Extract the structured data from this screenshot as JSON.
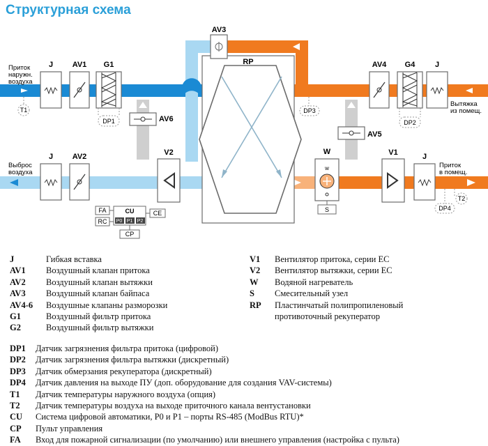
{
  "title": "Структурная схема",
  "diagram": {
    "labels": {
      "j1": "J",
      "av1": "AV1",
      "g1": "G1",
      "av3": "AV3",
      "rp": "RP",
      "av4": "AV4",
      "g4": "G4",
      "j2": "J",
      "av6": "AV6",
      "av5": "AV5",
      "j3": "J",
      "av2": "AV2",
      "v2": "V2",
      "w": "W",
      "v1": "V1",
      "j4": "J",
      "dp1": "DP1",
      "dp2": "DP2",
      "dp3": "DP3",
      "dp4": "DP4",
      "t1": "T1",
      "t2": "T2",
      "s": "S",
      "fa": "FA",
      "rc": "RC",
      "cu": "CU",
      "ce": "CE",
      "cp": "CP",
      "p0": "P0",
      "p1": "P1",
      "p2": "P2",
      "w_small": "w"
    },
    "side_labels": {
      "intake_line1": "Приток",
      "intake_line2": "наружн.",
      "intake_line3": "воздуха",
      "exhaust_line1": "Выброс",
      "exhaust_line2": "воздуха",
      "extract_line1": "Вытяжка",
      "extract_line2": "из помещ.",
      "supply_line1": "Приток",
      "supply_line2": "в помещ."
    },
    "colors": {
      "supply_dark": "#1a8ad4",
      "supply_light": "#a9d8f2",
      "extract_dark": "#f07a1f",
      "extract_light": "#f8b27a",
      "bypass_gray": "#cfcfcf",
      "frame_gray": "#6b6b6b"
    }
  },
  "legend_left": [
    {
      "code": "J",
      "text": "Гибкая вставка"
    },
    {
      "code": "AV1",
      "text": "Воздушный клапан притока"
    },
    {
      "code": "AV2",
      "text": "Воздушный клапан вытяжки"
    },
    {
      "code": "AV3",
      "text": "Воздушный клапан байпаса"
    },
    {
      "code": "AV4-6",
      "text": "Воздушные клапаны разморозки"
    },
    {
      "code": "G1",
      "text": "Воздушный фильтр притока"
    },
    {
      "code": "G2",
      "text": "Воздушный фильтр вытяжки"
    }
  ],
  "legend_right": [
    {
      "code": "V1",
      "text": "Вентилятор притока, серии EC"
    },
    {
      "code": "V2",
      "text": "Вентилятор вытяжки, серии EC"
    },
    {
      "code": "W",
      "text": "Водяной нагреватель"
    },
    {
      "code": "S",
      "text": "Смесительный узел"
    },
    {
      "code": "RP",
      "text": "Пластинчатый полипропиленовый"
    },
    {
      "code": "",
      "text": "противоточный рекуператор"
    }
  ],
  "legend_bottom": [
    {
      "code": "DP1",
      "text": "Датчик загрязнения фильтра притока (цифровой)"
    },
    {
      "code": "DP2",
      "text": "Датчик загрязнения фильтра вытяжки (дискретный)"
    },
    {
      "code": "DP3",
      "text": "Датчик обмерзания рекуператора (дискретный)"
    },
    {
      "code": "DP4",
      "text": "Датчик давления на выходе ПУ (доп. оборудование для создания VAV-системы)"
    },
    {
      "code": "T1",
      "text": "Датчик температуры наружного воздуха (опция)"
    },
    {
      "code": "T2",
      "text": "Датчик температуры воздуха на выходе приточного канала вентустановки"
    },
    {
      "code": "CU",
      "text": "Система цифровой автоматики, P0 и P1 – порты RS-485 (ModBus RTU)*"
    },
    {
      "code": "CP",
      "text": "Пульт управления"
    },
    {
      "code": "FA",
      "text": "Вход для пожарной сигнализации (по умолчанию) или внешнего управления (настройка с пульта)"
    }
  ]
}
